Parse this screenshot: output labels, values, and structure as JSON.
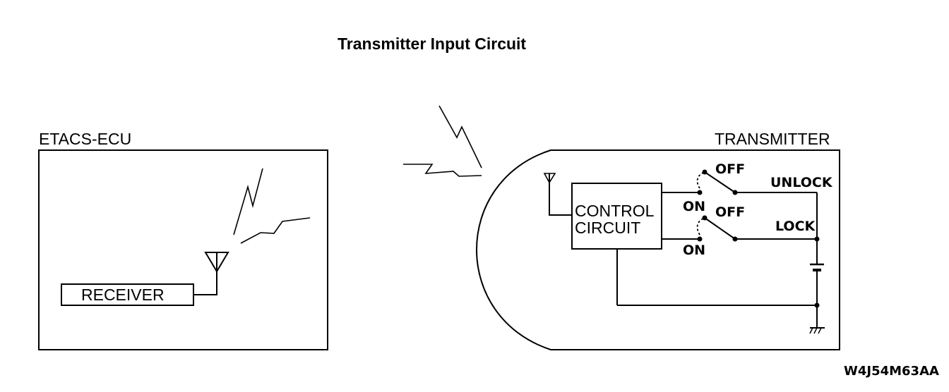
{
  "title": "Transmitter Input Circuit",
  "ecu": {
    "label": "ETACS-ECU",
    "receiver": "RECEIVER"
  },
  "transmitter": {
    "label": "TRANSMITTER",
    "control_line1": "CONTROL",
    "control_line2": "CIRCUIT",
    "unlock_switch": {
      "off": "OFF",
      "on": "ON",
      "output": "UNLOCK"
    },
    "lock_switch": {
      "off": "OFF",
      "on": "ON",
      "output": "LOCK"
    }
  },
  "figure_code": "W4J54M63AA"
}
